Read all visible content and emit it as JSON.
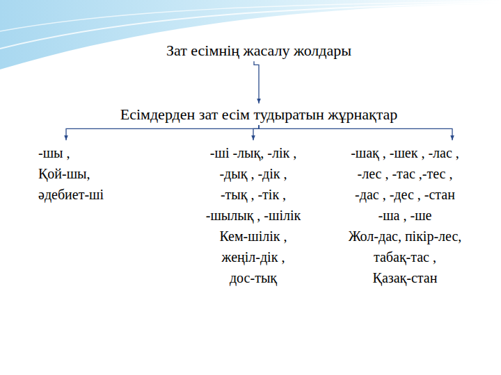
{
  "diagram": {
    "nodes": [
      {
        "text": [
          "Зат есімнің жасалу жолдары"
        ]
      },
      {
        "text": [
          "Есімдерден зат есім тудыратын жұрнақтар"
        ]
      },
      {
        "text": [
          "-шы ,",
          "Қой-шы,",
          "әдебиет-ші"
        ]
      },
      {
        "text": [
          "-ші -лық, -лік ,",
          "-дық , -дік ,",
          "-тық , -тік ,",
          "-шылық , -шілік",
          "Кем-шілік ,",
          "жеңіл-дік ,",
          "дос-тық"
        ]
      },
      {
        "text": [
          "-шақ , -шек , -лас ,",
          "-лес , -тас ,-тес ,",
          "-дас , -дес , -стан",
          "-ша , -ше",
          "Жол-дас, пікір-лес,",
          "табақ-тас ,",
          "Қазақ-стан"
        ]
      }
    ],
    "edges": [
      {
        "from": 0,
        "to": 1,
        "arrow": "to"
      },
      {
        "from": 1,
        "to": 2,
        "arrow": "to"
      },
      {
        "from": 1,
        "to": 3,
        "arrow": "to"
      },
      {
        "from": 1,
        "to": 4,
        "arrow": "to"
      }
    ]
  }
}
